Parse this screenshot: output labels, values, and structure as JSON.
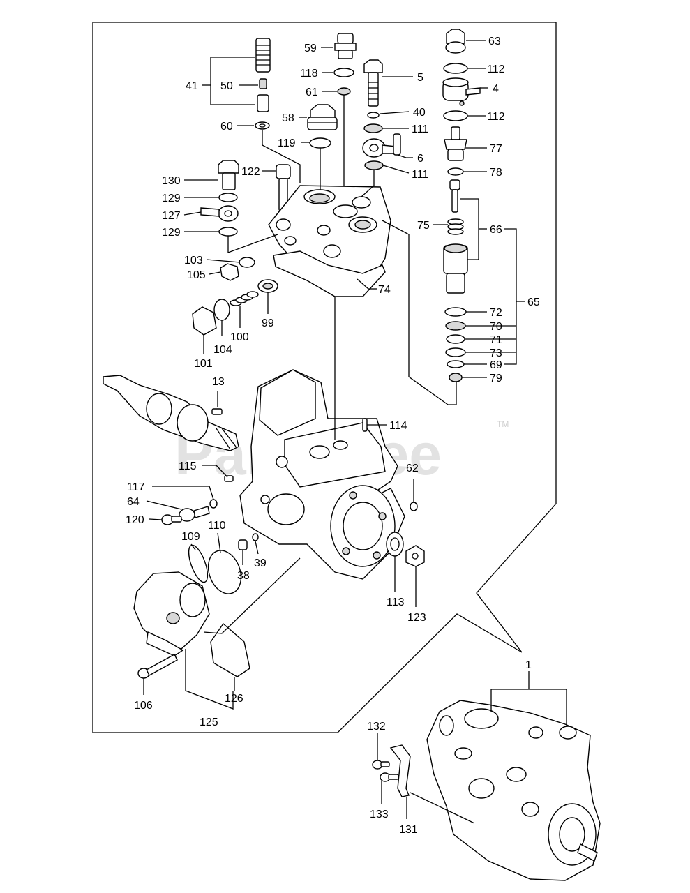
{
  "watermark": {
    "text": "PartsTree",
    "trademark": "TM"
  },
  "callouts": [
    {
      "id": "41",
      "text": "41"
    },
    {
      "id": "50",
      "text": "50"
    },
    {
      "id": "60",
      "text": "60"
    },
    {
      "id": "59",
      "text": "59"
    },
    {
      "id": "118",
      "text": "118"
    },
    {
      "id": "61",
      "text": "61"
    },
    {
      "id": "58",
      "text": "58"
    },
    {
      "id": "119",
      "text": "119"
    },
    {
      "id": "5",
      "text": "5"
    },
    {
      "id": "40",
      "text": "40"
    },
    {
      "id": "111a",
      "text": "111"
    },
    {
      "id": "6",
      "text": "6"
    },
    {
      "id": "111b",
      "text": "111"
    },
    {
      "id": "63",
      "text": "63"
    },
    {
      "id": "112a",
      "text": "112"
    },
    {
      "id": "4",
      "text": "4"
    },
    {
      "id": "112b",
      "text": "112"
    },
    {
      "id": "77",
      "text": "77"
    },
    {
      "id": "78",
      "text": "78"
    },
    {
      "id": "75",
      "text": "75"
    },
    {
      "id": "66",
      "text": "66"
    },
    {
      "id": "65",
      "text": "65"
    },
    {
      "id": "72",
      "text": "72"
    },
    {
      "id": "70",
      "text": "70"
    },
    {
      "id": "71",
      "text": "71"
    },
    {
      "id": "73",
      "text": "73"
    },
    {
      "id": "69",
      "text": "69"
    },
    {
      "id": "79",
      "text": "79"
    },
    {
      "id": "130",
      "text": "130"
    },
    {
      "id": "122",
      "text": "122"
    },
    {
      "id": "129a",
      "text": "129"
    },
    {
      "id": "127",
      "text": "127"
    },
    {
      "id": "129b",
      "text": "129"
    },
    {
      "id": "103",
      "text": "103"
    },
    {
      "id": "105",
      "text": "105"
    },
    {
      "id": "74",
      "text": "74"
    },
    {
      "id": "99",
      "text": "99"
    },
    {
      "id": "100",
      "text": "100"
    },
    {
      "id": "104",
      "text": "104"
    },
    {
      "id": "101",
      "text": "101"
    },
    {
      "id": "13",
      "text": "13"
    },
    {
      "id": "114",
      "text": "114"
    },
    {
      "id": "115",
      "text": "115"
    },
    {
      "id": "62",
      "text": "62"
    },
    {
      "id": "117",
      "text": "117"
    },
    {
      "id": "64",
      "text": "64"
    },
    {
      "id": "120",
      "text": "120"
    },
    {
      "id": "109",
      "text": "109"
    },
    {
      "id": "110",
      "text": "110"
    },
    {
      "id": "38",
      "text": "38"
    },
    {
      "id": "39",
      "text": "39"
    },
    {
      "id": "113",
      "text": "113"
    },
    {
      "id": "123",
      "text": "123"
    },
    {
      "id": "106",
      "text": "106"
    },
    {
      "id": "126",
      "text": "126"
    },
    {
      "id": "125",
      "text": "125"
    },
    {
      "id": "1",
      "text": "1"
    },
    {
      "id": "132",
      "text": "132"
    },
    {
      "id": "133",
      "text": "133"
    },
    {
      "id": "131",
      "text": "131"
    }
  ]
}
